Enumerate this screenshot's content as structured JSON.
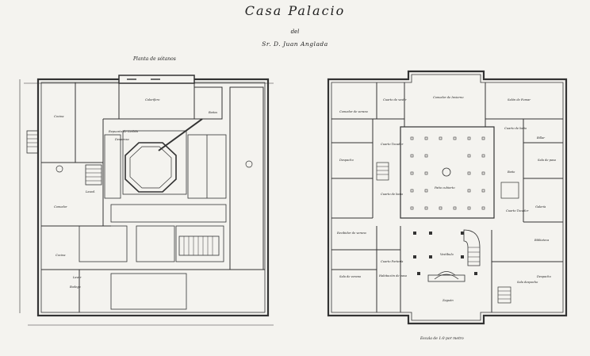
{
  "title": "Casa Palacio",
  "subtitle_del": "del",
  "owner": "Sr. D. Juan Anglada",
  "left_plan": {
    "heading": "Planta de sótanos",
    "rooms": [
      "Cocina",
      "Comedor",
      "Despensa",
      "Baños",
      "Calorífero",
      "Cocina",
      "Bodega",
      "Repuesto de Carbón",
      "Lavad.",
      "Lavar"
    ]
  },
  "right_plan": {
    "rooms": [
      "Comedor de verano",
      "Cuarto de vestir",
      "Comedor de Invierno",
      "Salón de Fumar",
      "Cuarto de baño",
      "Despacho",
      "Cuarto Tocador",
      "Patio cubierto",
      "Billar",
      "Sala de paso",
      "Baño",
      "Cuarto de baño",
      "Galería",
      "Cuarto Tocador",
      "Recibidor de verano",
      "Vestíbulo",
      "Cuarto Portería",
      "Biblioteca",
      "Sala de verano",
      "Habitación de paso",
      "Zaguán",
      "Sala despacho",
      "Despacho"
    ],
    "scale": "Escala de 1:0 por metro"
  }
}
